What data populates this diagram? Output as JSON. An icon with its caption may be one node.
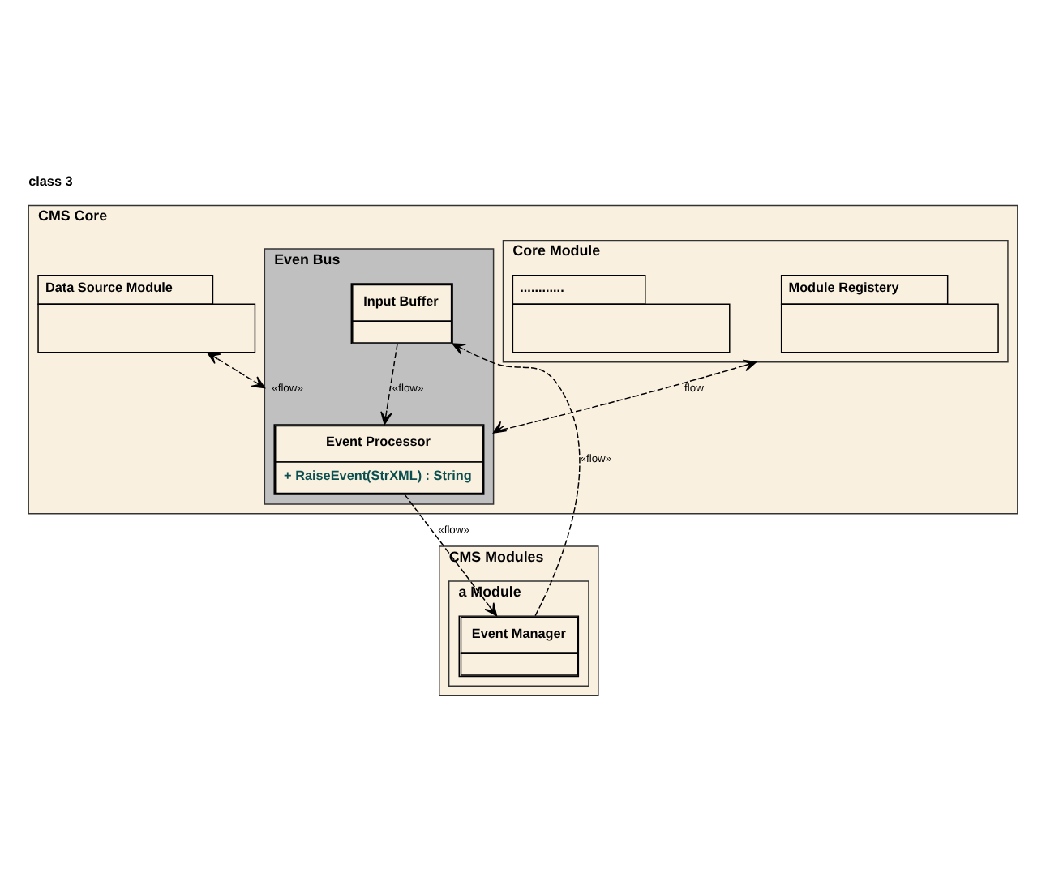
{
  "diagram": {
    "title": "class 3",
    "nodes": [
      {
        "text": [
          "CMS Core"
        ]
      },
      {
        "text": [
          "Core Module"
        ],
        "in": 0
      },
      {
        "text": [
          "Module Registery"
        ],
        "in": 1
      },
      {
        "text": [
          "............"
        ],
        "in": 1
      },
      {
        "text": [
          "Data Source Module"
        ],
        "in": 0
      },
      {
        "text": [
          "Even Bus"
        ],
        "in": 0
      },
      {
        "text": [
          "Event Processor",
          "+ RaiseEvent(StrXML) : String"
        ],
        "in": 5
      },
      {
        "text": [
          "Input Buffer"
        ],
        "in": 5
      },
      {
        "text": [
          "CMS Modules"
        ]
      },
      {
        "text": [
          "a Module"
        ],
        "in": 8
      },
      {
        "text": [
          "Event Manager"
        ],
        "in": 9
      }
    ],
    "edges": [
      {
        "from": 1,
        "to": 5,
        "arrow": "both",
        "style": "dashed",
        "label": "flow"
      },
      {
        "from": 4,
        "to": 5,
        "arrow": "both",
        "style": "dashed",
        "label": "«flow»"
      },
      {
        "from": 7,
        "to": 6,
        "arrow": "to",
        "style": "dashed",
        "label": "«flow»"
      },
      {
        "from": 6,
        "to": 10,
        "arrow": "to",
        "style": "dashed",
        "label": "«flow»"
      },
      {
        "from": 10,
        "to": 7,
        "arrow": "to",
        "style": "dashed",
        "label": "«flow»"
      }
    ]
  }
}
